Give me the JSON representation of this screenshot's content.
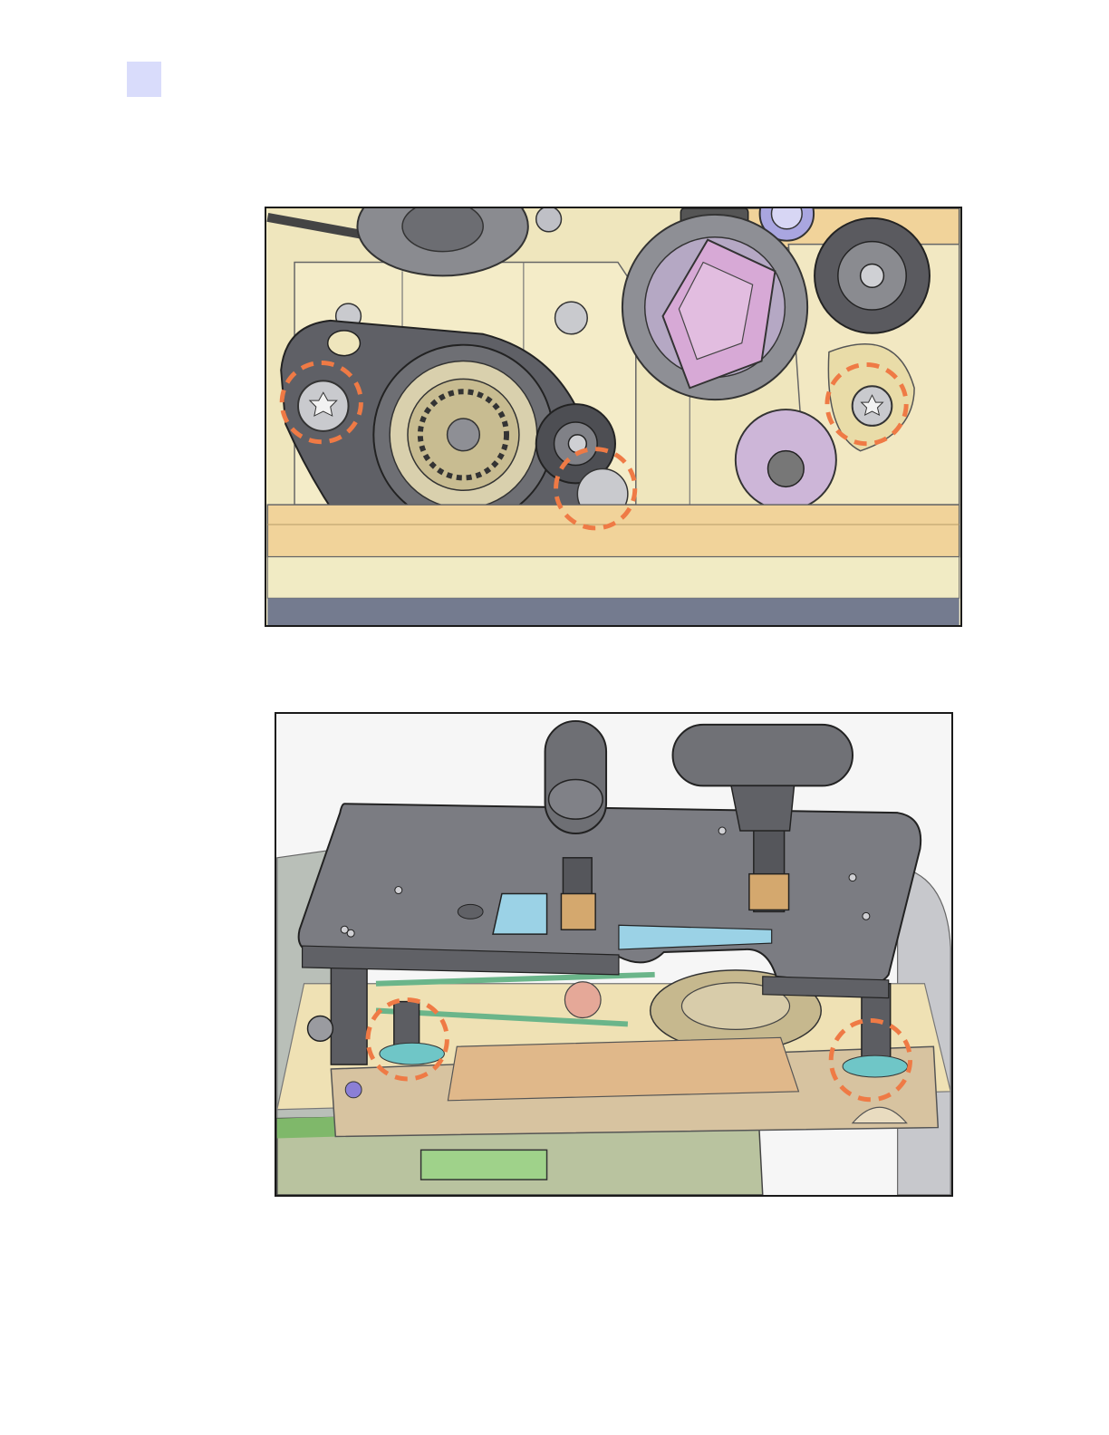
{
  "colors": {
    "page_marker": "#d9dcfb",
    "callout_circle": "#ef7a45",
    "frame_beige": "#efe6bd",
    "rail_tan": "#f1d39a",
    "dark_bracket": "#5f6066",
    "lavender_cam": "#d7a9d6",
    "sheet_metal_grey": "#7b7c82",
    "pcb_green": "#9fd28a"
  },
  "figures": [
    {
      "name": "mechanism-top-view",
      "callouts": 3,
      "icons": [
        "torx-screw-icon",
        "gear-icon",
        "roller-icon",
        "cam-icon"
      ]
    },
    {
      "name": "mechanism-3d-view",
      "callouts": 2,
      "icons": [
        "handle-icon",
        "plate-icon",
        "gear-icon",
        "standoff-icon"
      ]
    }
  ]
}
